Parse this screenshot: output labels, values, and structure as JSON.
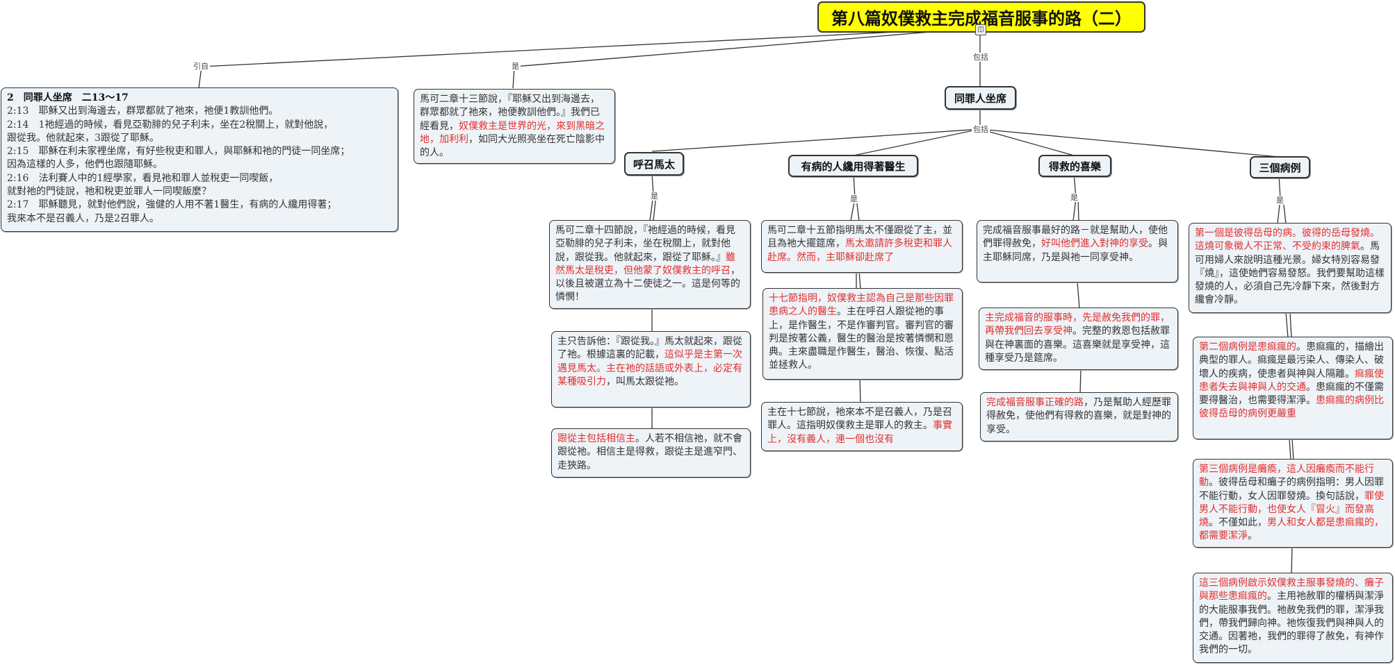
{
  "title": "第八篇奴僕救主完成福音服事的路（二）",
  "labels": {
    "quote": "引自",
    "is": "是",
    "includes": "包括",
    "includes2": "包括",
    "is_a": "是",
    "is_b": "是",
    "is_c": "是",
    "is_d": "是"
  },
  "topics": {
    "main": "同罪人坐席",
    "a": "呼召馬太",
    "b": "有病的人纔用得著醫生",
    "c": "得救的喜樂",
    "d": "三個病例"
  },
  "scripture": {
    "heading": "2　同罪人坐席　二13～17",
    "lines": [
      "2:13　耶穌又出到海邊去，群眾都就了祂來，祂便1教訓他們。",
      "2:14　1祂經過的時候，看見亞勒腓的兒子利未，坐在2稅關上，就對他說，",
      "跟從我。他就起來，3跟從了耶穌。",
      "2:15　耶穌在利未家裡坐席，有好些稅吏和罪人，與耶穌和祂的門徒一同坐席；",
      "因為這樣的人多，他們也跟隨耶穌。",
      "2:16　法利賽人中的1經學家，看見祂和罪人並稅吏一同喫飯，",
      "就對祂的門徒說，祂和稅吏並罪人一同喫飯麼？",
      "2:17　耶穌聽見，就對他們說，強健的人用不著1醫生，有病的人纔用得著；",
      "我來本不是召義人，乃是2召罪人。"
    ]
  },
  "is_note": {
    "p1": "馬可二章十三節說，『耶穌又出到海邊去，群眾都就了祂來，祂便教訓他們。』我們已經看見，",
    "r1": "奴僕救主是世界的光，來到黑暗之地，加利利",
    "p2": "，如同大光照亮坐在死亡陰影中的人。"
  },
  "a_notes": {
    "n1": {
      "p1": "馬可二章十四節說，『祂經過的時候，看見亞勒腓的兒子利未，坐在稅關上，就對他說，跟從我。他就起來，跟從了耶穌。』",
      "r1": "雖然馬太是稅吏，但他蒙了奴僕救主的呼召",
      "p2": "，以後且被選立為十二使徒之一。這是何等的憐憫！"
    },
    "n2": {
      "p1": "主只告訴他：『跟從我。』馬太就起來，跟從了祂。根據這裏的記載，",
      "r1": "這似乎是主第一次遇見馬太。主在祂的話語或外表上，必定有某種吸引力",
      "p2": "，叫馬太跟從祂。"
    },
    "n3": {
      "r1": "跟從主包括相信主",
      "p1": "。人若不相信祂，就不會跟從祂。相信主是得救，跟從主是進窄門、走狹路。"
    }
  },
  "b_notes": {
    "n1": {
      "p1": "馬可二章十五節指明馬太不僅跟從了主，並且為祂大擺筵席，",
      "r1": "馬太邀請許多稅吏和罪人赴席。然而，主耶穌卻赴席了",
      "p2": ""
    },
    "n2": {
      "r1": "十七節指明，奴僕救主認為自己是那些因罪患病之人的醫生",
      "p1": "。主在呼召人跟從祂的事上，是作醫生，不是作審判官。審判官的審判是按著公義，醫生的醫治是按著憐憫和恩典。主來盡職是作醫生，醫治、恢復、點活並拯救人。"
    },
    "n3": {
      "p1": "主在十七節說，祂來本不是召義人，乃是召罪人。這指明奴僕救主是罪人的救主。",
      "r1": "事實上，沒有義人，連一個也沒有",
      "p2": ""
    }
  },
  "c_notes": {
    "n1": {
      "p1": "完成福音服事最好的路－就是幫助人，使他們罪得赦免，",
      "r1": "好叫他們進入對神的享受",
      "p2": "。與主耶穌同席，乃是與祂一同享受神。"
    },
    "n2": {
      "r1": "主完成福音的服事時，先是赦免我們的罪，再帶我們回去享受神",
      "p1": "。完整的救恩包括赦罪與在神裏面的喜樂。這喜樂就是享受神，這種享受乃是筵席。"
    },
    "n3": {
      "r1": "完成福音服事正確的路",
      "p1": "，乃是幫助人經歷罪得赦免，使他們有得救的喜樂，就是對神的享受。"
    }
  },
  "d_notes": {
    "n1": {
      "r1": "第一個是彼得岳母的病。彼得的岳母發燒。這燒可象徵人不正常、不受約束的脾氣",
      "p1": "。馬可用婦人來說明這種光景。婦女特別容易發『燒』，這使她們容易發怒。我們要幫助這樣發燒的人，必須自己先冷靜下來，然後對方纔會冷靜。"
    },
    "n2": {
      "r1": "第二個病例是患痲瘋的",
      "p1": "。患痲瘋的，描繪出典型的罪人。痲瘋是最污染人、傳染人、破壞人的疾病，使患者與神與人隔離。",
      "r2": "痲瘋使患者失去與神與人的交通",
      "p2": "。患痲瘋的不僅需要得醫治，也需要得潔淨。",
      "r3": "患痲瘋的病例比彼得岳母的病例更嚴重"
    },
    "n3": {
      "r1": "第三個病例是癱瘓，這人因癱瘓而不能行動",
      "p1": "。彼得岳母和癱子的病例指明：男人因罪不能行動，女人因罪發燒。換句話說，",
      "r2": "罪使男人不能行動，也使女人『冒火』而發高燒",
      "p2": "。不僅如此，",
      "r3": "男人和女人都是患痲瘋的，都需要潔淨",
      "p3": "。"
    },
    "n4": {
      "r1": "這三個病例啟示奴僕救主服事發燒的、癱子與那些患痲瘋的",
      "p1": "。主用祂赦罪的權柄與潔淨的大能服事我們。祂赦免我們的罪，潔淨我們，帶我們歸向神。祂恢復我們與神與人的交通。因著祂，我們的罪得了赦免，有神作我們的一切。"
    }
  }
}
